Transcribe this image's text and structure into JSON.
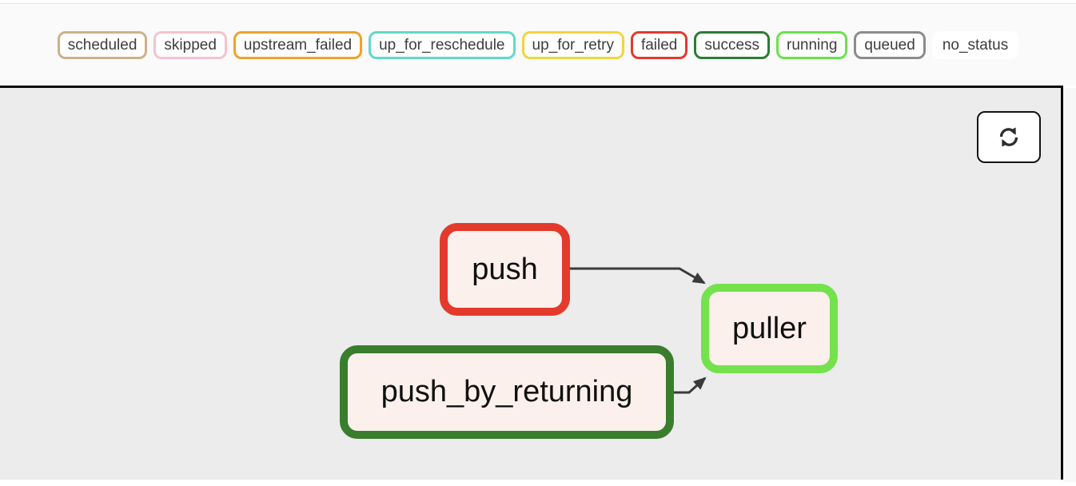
{
  "legend": {
    "items": [
      {
        "label": "scheduled",
        "border_color": "#cdb18a"
      },
      {
        "label": "skipped",
        "border_color": "#f4c3cd"
      },
      {
        "label": "upstream_failed",
        "border_color": "#efa22f"
      },
      {
        "label": "up_for_reschedule",
        "border_color": "#62d9c7"
      },
      {
        "label": "up_for_retry",
        "border_color": "#f4d33f"
      },
      {
        "label": "failed",
        "border_color": "#e33a2c"
      },
      {
        "label": "success",
        "border_color": "#2e7b33"
      },
      {
        "label": "running",
        "border_color": "#6ae24c"
      },
      {
        "label": "queued",
        "border_color": "#8c8c8c"
      },
      {
        "label": "no_status",
        "border_color": "#ffffff"
      }
    ]
  },
  "graph": {
    "nodes": [
      {
        "id": "push",
        "label": "push",
        "state": "failed",
        "border_color": "#e33a2c",
        "fill": "#fbf0ec"
      },
      {
        "id": "puller",
        "label": "puller",
        "state": "running",
        "border_color": "#74e24c",
        "fill": "#fbf0ec"
      },
      {
        "id": "push_by_returning",
        "label": "push_by_returning",
        "state": "success",
        "border_color": "#397d2d",
        "fill": "#fbf0ec"
      }
    ],
    "edges": [
      {
        "from": "push",
        "to": "puller"
      },
      {
        "from": "push_by_returning",
        "to": "puller"
      }
    ],
    "edge_color": "#3a3a3a",
    "toolbar": {
      "refresh_icon": "refresh-icon"
    }
  },
  "colors": {
    "topbar_bg": "#fafafa",
    "canvas_bg": "#ececec",
    "frame_border": "#0a0a0a",
    "node_text": "#101010",
    "badge_text": "#3d3d3d"
  }
}
